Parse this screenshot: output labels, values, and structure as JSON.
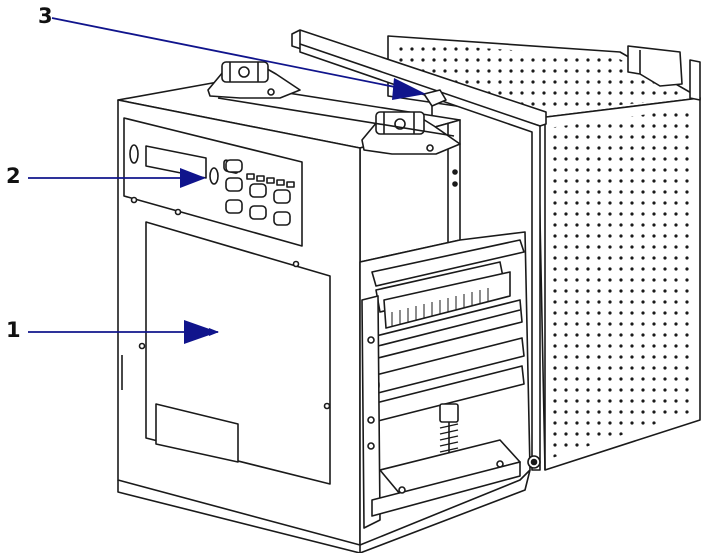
{
  "callouts": [
    {
      "label": "1",
      "target": "front-panel-door"
    },
    {
      "label": "2",
      "target": "control-panel"
    },
    {
      "label": "3",
      "target": "printhead-latch"
    }
  ],
  "colors": {
    "line": "#1a1a1a",
    "arrow": "#10148c",
    "surface": "#ffffff"
  }
}
